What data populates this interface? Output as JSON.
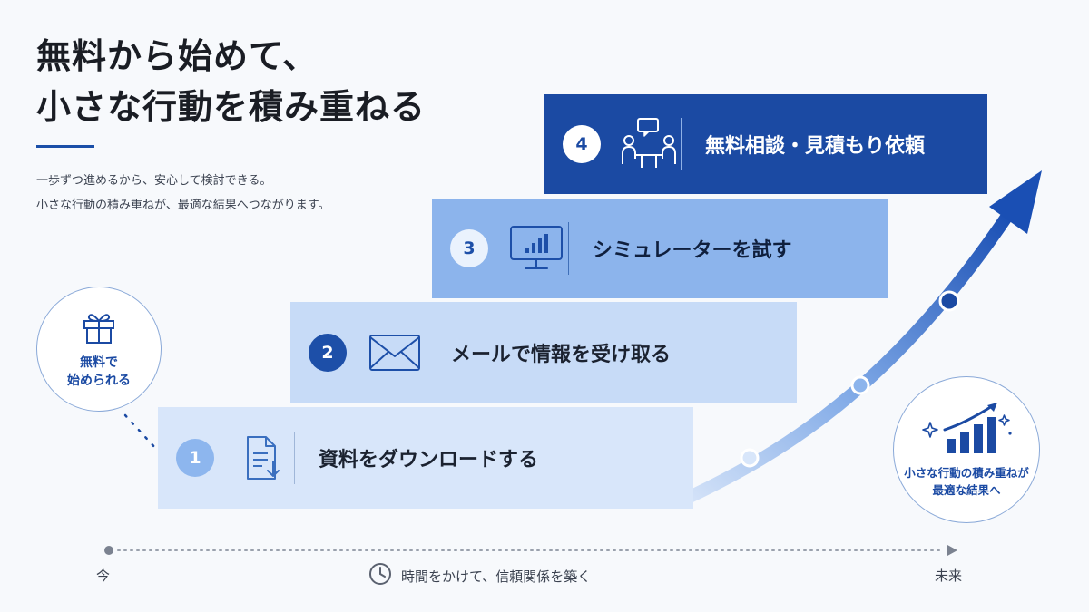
{
  "heading": {
    "line1": "無料から始めて、",
    "line2": "小さな行動を積み重ねる"
  },
  "description": {
    "line1": "一歩ずつ進めるから、安心して検討できる。",
    "line2": "小さな行動の積み重ねが、最適な結果へつながります。"
  },
  "steps": [
    {
      "number": "1",
      "label": "資料をダウンロードする",
      "icon": "document-download-icon"
    },
    {
      "number": "2",
      "label": "メールで情報を受け取る",
      "icon": "envelope-icon"
    },
    {
      "number": "3",
      "label": "シミュレーターを試す",
      "icon": "monitor-chart-icon"
    },
    {
      "number": "4",
      "label": "無料相談・見積もり依頼",
      "icon": "consultation-icon"
    }
  ],
  "badge_free": {
    "line1": "無料で",
    "line2": "始められる",
    "icon": "gift-icon"
  },
  "badge_result": {
    "line1": "小さな行動の積み重ねが",
    "line2": "最適な結果へ",
    "icon": "growth-chart-icon"
  },
  "timeline": {
    "start_label": "今",
    "center_label": "時間をかけて、信頼関係を築く",
    "end_label": "未来",
    "icon": "clock-icon"
  },
  "colors": {
    "accent_dark": "#1b4aa3",
    "accent_mid": "#8cb4ec",
    "accent_light": "#d8e6fa",
    "text": "#1b2230"
  }
}
